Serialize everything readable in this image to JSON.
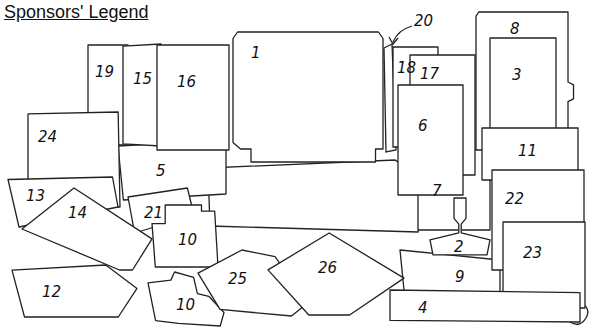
{
  "diagram": {
    "title": "Sponsors' Legend",
    "nodes": [
      {
        "text": [
          "19"
        ]
      },
      {
        "text": [
          "15"
        ]
      },
      {
        "text": [
          "16"
        ]
      },
      {
        "text": [
          "1"
        ]
      },
      {
        "text": [
          "18"
        ]
      },
      {
        "text": [
          "17"
        ]
      },
      {
        "text": [
          "8"
        ]
      },
      {
        "text": [
          "3"
        ]
      },
      {
        "text": [
          "6"
        ]
      },
      {
        "text": [
          "24"
        ]
      },
      {
        "text": [
          "5"
        ]
      },
      {
        "text": [
          "11"
        ]
      },
      {
        "text": [
          "13"
        ]
      },
      {
        "text": [
          "14"
        ]
      },
      {
        "text": [
          "21"
        ]
      },
      {
        "text": [
          "10"
        ]
      },
      {
        "text": [
          "7"
        ]
      },
      {
        "text": [
          "22"
        ]
      },
      {
        "text": [
          "2"
        ]
      },
      {
        "text": [
          "23"
        ]
      },
      {
        "text": [
          "12"
        ]
      },
      {
        "text": [
          "10"
        ]
      },
      {
        "text": [
          "25"
        ]
      },
      {
        "text": [
          "26"
        ]
      },
      {
        "text": [
          "9"
        ]
      },
      {
        "text": [
          "4"
        ]
      }
    ],
    "labels": [
      "20"
    ]
  }
}
